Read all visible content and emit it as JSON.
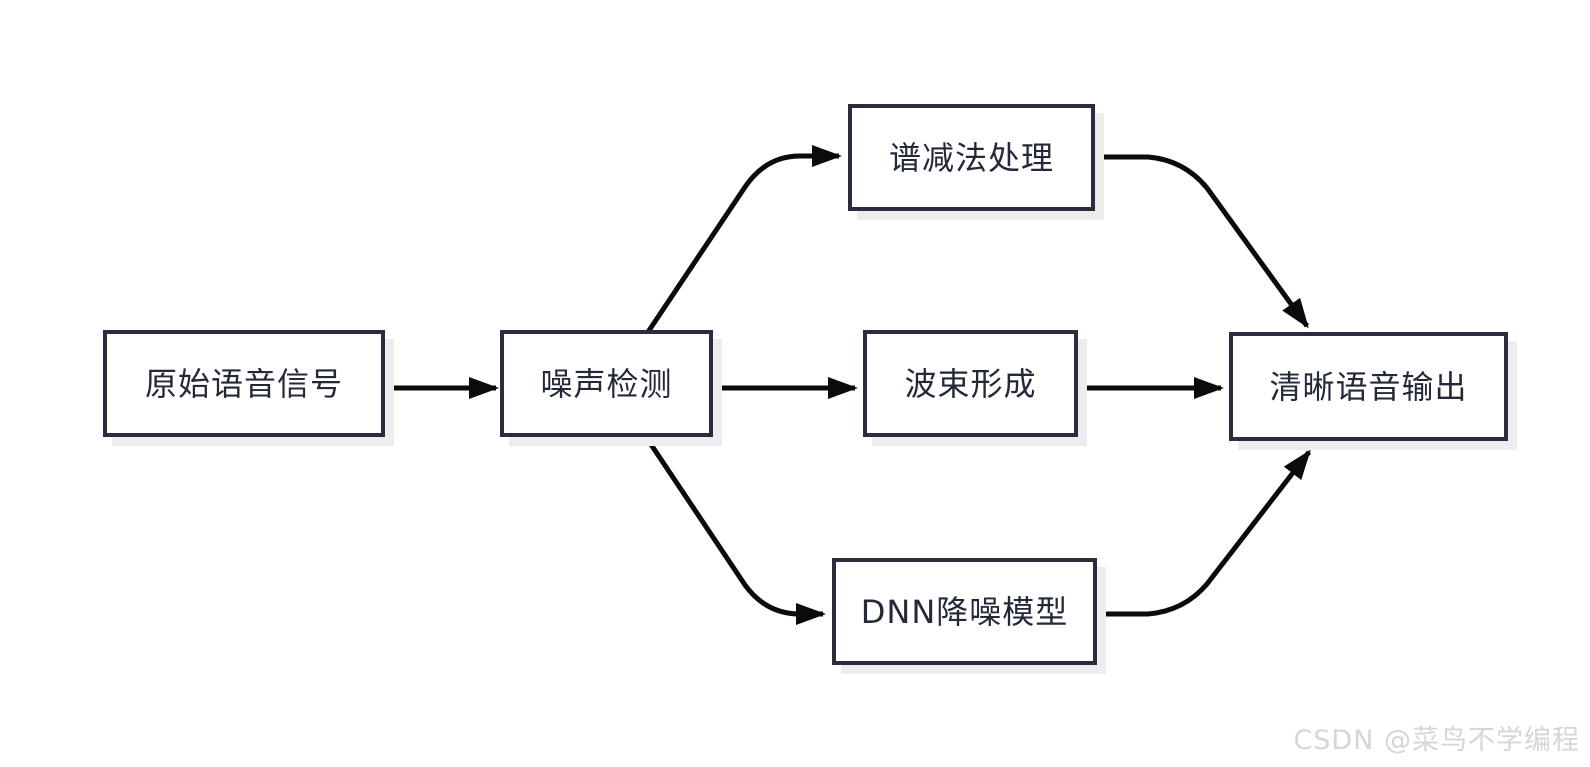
{
  "diagram": {
    "title": "speech-denoising-flowchart",
    "nodes": [
      {
        "id": "input",
        "label": "原始语音信号"
      },
      {
        "id": "noise-detect",
        "label": "噪声检测"
      },
      {
        "id": "spectral",
        "label": "谱减法处理"
      },
      {
        "id": "beamform",
        "label": "波束形成"
      },
      {
        "id": "dnn",
        "label": "DNN降噪模型"
      },
      {
        "id": "output",
        "label": "清晰语音输出"
      }
    ],
    "edges": [
      {
        "from": "原始语音信号",
        "to": "噪声检测"
      },
      {
        "from": "噪声检测",
        "to": "谱减法处理"
      },
      {
        "from": "噪声检测",
        "to": "波束形成"
      },
      {
        "from": "噪声检测",
        "to": "DNN降噪模型"
      },
      {
        "from": "谱减法处理",
        "to": "清晰语音输出"
      },
      {
        "from": "波束形成",
        "to": "清晰语音输出"
      },
      {
        "from": "DNN降噪模型",
        "to": "清晰语音输出"
      }
    ],
    "colors": {
      "box_border": "#2b2d3f",
      "box_text": "#242938",
      "arrow": "#0b0b0b",
      "shadow": "#ededed",
      "background": "#ffffff",
      "watermark": "#d6d6d6"
    }
  },
  "watermark": {
    "text": "CSDN @菜鸟不学编程"
  }
}
